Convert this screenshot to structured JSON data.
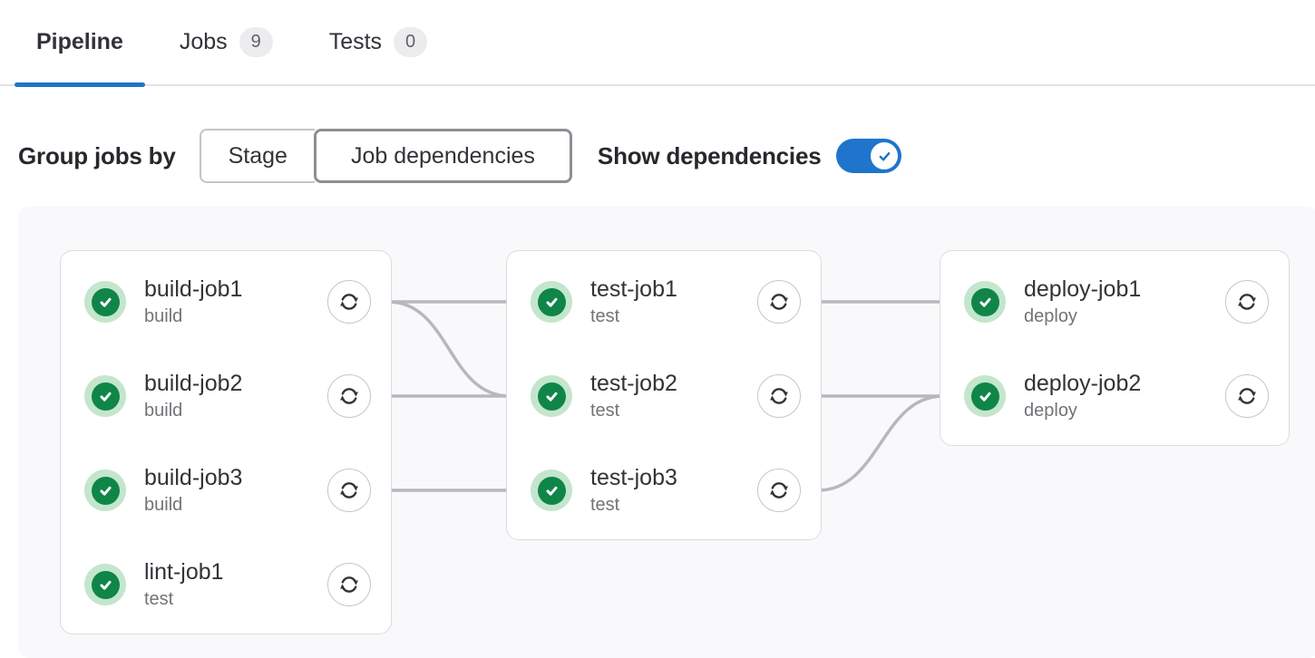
{
  "tabs": [
    {
      "label": "Pipeline",
      "active": true
    },
    {
      "label": "Jobs",
      "badge": "9"
    },
    {
      "label": "Tests",
      "badge": "0"
    }
  ],
  "controls": {
    "group_label": "Group jobs by",
    "options": [
      {
        "label": "Stage",
        "selected": false
      },
      {
        "label": "Job dependencies",
        "selected": true
      }
    ],
    "show_label": "Show dependencies",
    "show_dependencies_on": true
  },
  "graph": {
    "columns": [
      {
        "jobs": [
          {
            "name": "build-job1",
            "stage": "build",
            "status": "passed"
          },
          {
            "name": "build-job2",
            "stage": "build",
            "status": "passed"
          },
          {
            "name": "build-job3",
            "stage": "build",
            "status": "passed"
          },
          {
            "name": "lint-job1",
            "stage": "test",
            "status": "passed"
          }
        ]
      },
      {
        "jobs": [
          {
            "name": "test-job1",
            "stage": "test",
            "status": "passed"
          },
          {
            "name": "test-job2",
            "stage": "test",
            "status": "passed"
          },
          {
            "name": "test-job3",
            "stage": "test",
            "status": "passed"
          }
        ]
      },
      {
        "jobs": [
          {
            "name": "deploy-job1",
            "stage": "deploy",
            "status": "passed"
          },
          {
            "name": "deploy-job2",
            "stage": "deploy",
            "status": "passed"
          }
        ]
      }
    ],
    "links": [
      {
        "from": "build-job1",
        "to": "test-job1"
      },
      {
        "from": "build-job1",
        "to": "test-job2"
      },
      {
        "from": "build-job2",
        "to": "test-job2"
      },
      {
        "from": "build-job3",
        "to": "test-job3"
      },
      {
        "from": "test-job1",
        "to": "deploy-job1"
      },
      {
        "from": "test-job2",
        "to": "deploy-job2"
      },
      {
        "from": "test-job3",
        "to": "deploy-job2"
      }
    ]
  },
  "colors": {
    "accent_blue": "#1f75cb",
    "status_green": "#108548",
    "status_green_ring": "#c3e6cd",
    "dependency_line": "#b7b7be",
    "card_border": "#dcdcde",
    "graph_background": "#f9f9fb"
  }
}
